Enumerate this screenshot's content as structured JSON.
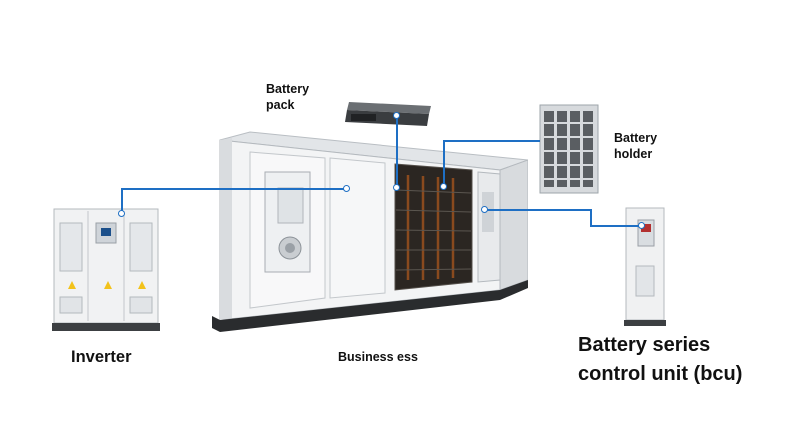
{
  "labels": {
    "battery_pack": [
      "Battery",
      "pack"
    ],
    "battery_holder": [
      "Battery",
      "holder"
    ],
    "inverter": "Inverter",
    "business_ess": "Business ess",
    "bcu": [
      "Battery series",
      "control unit (bcu)"
    ]
  },
  "colors": {
    "connector": "#1e6fc4",
    "label": "#111111"
  }
}
